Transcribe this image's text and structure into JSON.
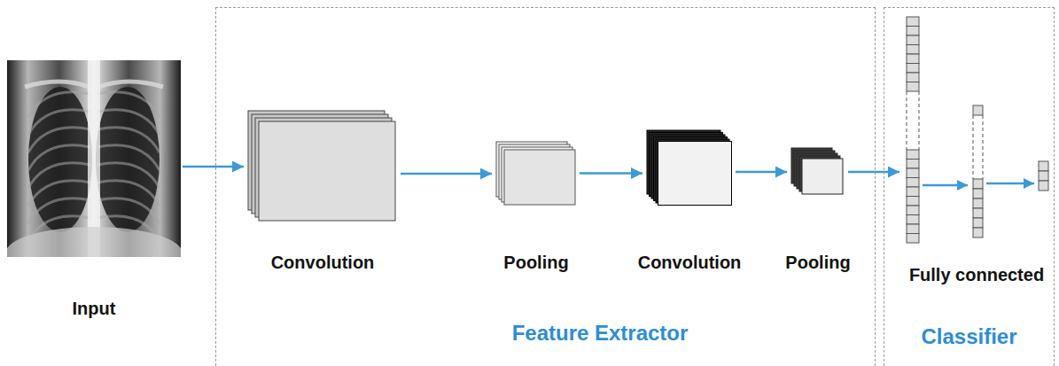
{
  "diagram": {
    "nodes": [
      {
        "text": [
          "Input"
        ]
      },
      {
        "text": [
          "Feature Extractor"
        ]
      },
      {
        "text": [
          "Convolution"
        ],
        "in": 1
      },
      {
        "text": [
          "Pooling"
        ],
        "in": 1
      },
      {
        "text": [
          "Convolution"
        ],
        "in": 1
      },
      {
        "text": [
          "Pooling"
        ],
        "in": 1
      },
      {
        "text": [
          "Classifier"
        ]
      },
      {
        "text": [
          "Fully connected"
        ],
        "in": 6
      }
    ],
    "edges": [
      {
        "from": 0,
        "to": 2,
        "arrow": "to"
      },
      {
        "from": 2,
        "to": 3,
        "arrow": "to"
      },
      {
        "from": 3,
        "to": 4,
        "arrow": "to"
      },
      {
        "from": 4,
        "to": 5,
        "arrow": "to"
      },
      {
        "from": 5,
        "to": 7,
        "arrow": "to"
      }
    ]
  }
}
